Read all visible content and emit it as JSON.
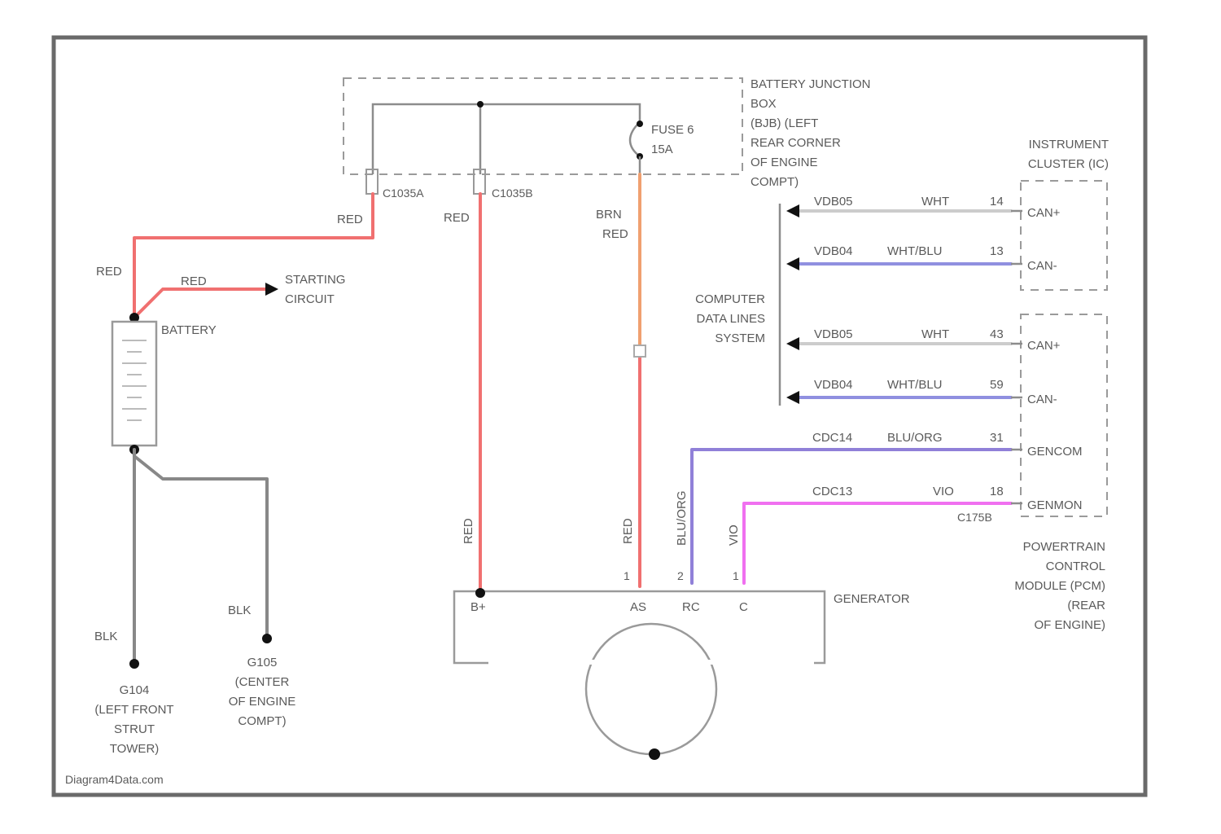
{
  "colors": {
    "red": "#f07070",
    "orange": "#f0a070",
    "gray": "#888888",
    "blue": "#9090e0",
    "violet": "#9080d8",
    "magenta": "#f070f0"
  },
  "junction_box": {
    "label": [
      "BATTERY JUNCTION",
      "BOX",
      "(BJB) (LEFT",
      "REAR CORNER",
      "OF ENGINE",
      "COMPT)"
    ],
    "fuse": [
      "FUSE 6",
      "15A"
    ],
    "connectors": [
      "C1035A",
      "C1035B"
    ]
  },
  "wires": {
    "red_1": "RED",
    "red_2": "RED",
    "red_3": "RED",
    "red_4": "RED",
    "brn_red": [
      "BRN",
      "RED"
    ],
    "red_vertical_1": "RED",
    "red_vertical_2": "RED",
    "blu_org_vertical": "BLU/ORG",
    "vio_vertical": "VIO",
    "blk_1": "BLK",
    "blk_2": "BLK"
  },
  "starting_circuit": [
    "STARTING",
    "CIRCUIT"
  ],
  "battery": "BATTERY",
  "grounds": {
    "g104": [
      "G104",
      "(LEFT FRONT",
      "STRUT",
      "TOWER)"
    ],
    "g105": [
      "G105",
      "(CENTER",
      "OF ENGINE",
      "COMPT)"
    ]
  },
  "computer_data_lines": [
    "COMPUTER",
    "DATA LINES",
    "SYSTEM"
  ],
  "instrument_cluster": [
    "INSTRUMENT",
    "CLUSTER (IC)"
  ],
  "pcm": [
    "POWERTRAIN",
    "CONTROL",
    "MODULE (PCM)",
    "(REAR",
    "OF ENGINE)"
  ],
  "pcm_connector": "C175B",
  "circuits": [
    {
      "circuit": "VDB05",
      "color": "WHT",
      "pin": "14",
      "signal": "CAN+"
    },
    {
      "circuit": "VDB04",
      "color": "WHT/BLU",
      "pin": "13",
      "signal": "CAN-"
    },
    {
      "circuit": "VDB05",
      "color": "WHT",
      "pin": "43",
      "signal": "CAN+"
    },
    {
      "circuit": "VDB04",
      "color": "WHT/BLU",
      "pin": "59",
      "signal": "CAN-"
    },
    {
      "circuit": "CDC14",
      "color": "BLU/ORG",
      "pin": "31",
      "signal": "GENCOM"
    },
    {
      "circuit": "CDC13",
      "color": "VIO",
      "pin": "18",
      "signal": "GENMON"
    }
  ],
  "generator": {
    "label": "GENERATOR",
    "terminals": [
      "B+",
      "AS",
      "RC",
      "C"
    ],
    "pins": [
      "1",
      "2",
      "1"
    ]
  },
  "watermark": "Diagram4Data.com"
}
